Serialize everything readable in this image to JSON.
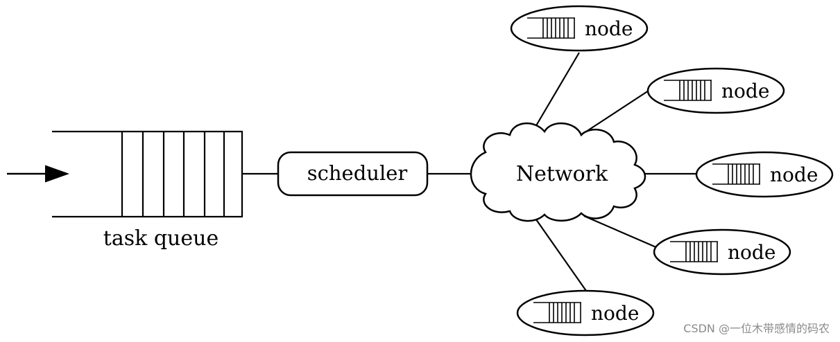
{
  "diagram": {
    "queue_label": "task queue",
    "scheduler_label": "scheduler",
    "network_label": "Network",
    "nodes": [
      {
        "label": "node"
      },
      {
        "label": "node"
      },
      {
        "label": "node"
      },
      {
        "label": "node"
      },
      {
        "label": "node"
      }
    ]
  },
  "watermark": "CSDN @一位木带感情的码农"
}
